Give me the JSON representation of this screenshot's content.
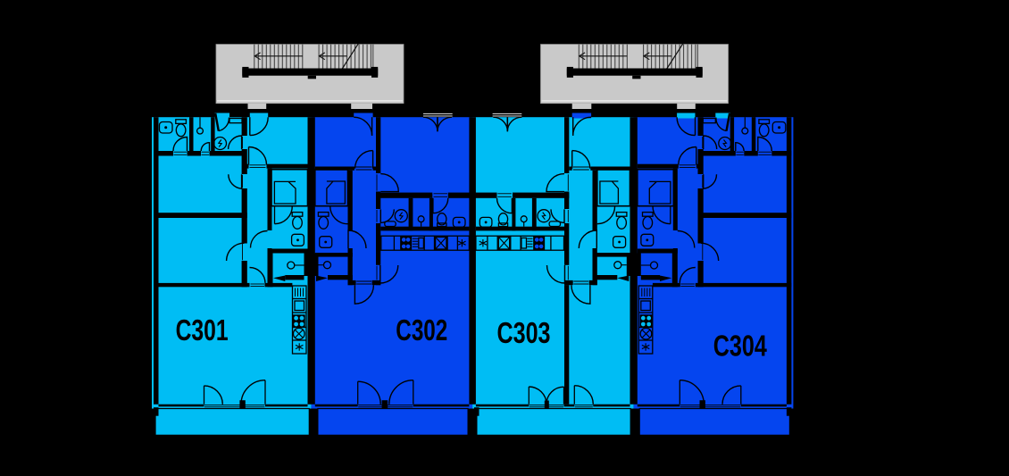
{
  "page": {
    "type": "architectural-floor-plan",
    "background": "#000000"
  },
  "colors": {
    "unit_light": "#00bdf4",
    "unit_dark": "#0545ef",
    "stair_gray": "#c9c9c9",
    "wall": "#000000",
    "window_line": "#c9c9c9",
    "bg": "#000000"
  },
  "units": [
    {
      "id": "c301",
      "label": "C301",
      "tone": "light"
    },
    {
      "id": "c302",
      "label": "C302",
      "tone": "dark"
    },
    {
      "id": "c303",
      "label": "C303",
      "tone": "light"
    },
    {
      "id": "c304",
      "label": "C304",
      "tone": "dark"
    }
  ],
  "stairwells": [
    {
      "id": "stair-1",
      "flights": 2,
      "direction": "left"
    },
    {
      "id": "stair-2",
      "flights": 2,
      "direction": "left"
    }
  ],
  "fixture_types": [
    "toilet",
    "sink",
    "shower",
    "bathtub-tray",
    "washing-machine",
    "radiator",
    "cooktop",
    "kitchen-sink",
    "oven",
    "dishwasher",
    "pendant-light",
    "fridge"
  ]
}
